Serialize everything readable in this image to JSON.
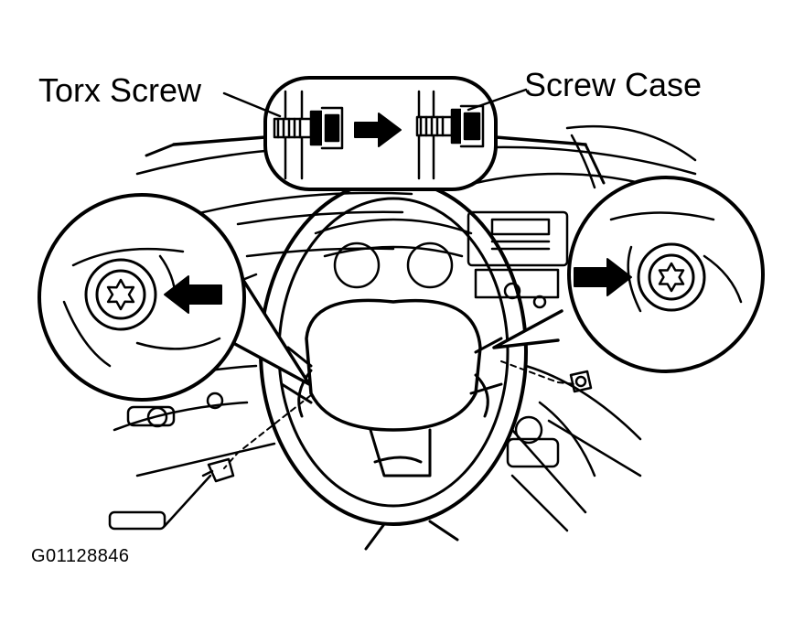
{
  "labels": {
    "torx_screw": "Torx Screw",
    "screw_case": "Screw Case",
    "figure_code": "G01128846"
  },
  "colors": {
    "ink": "#000000",
    "paper": "#ffffff"
  },
  "icons": {
    "torx_head": "torx-star-icon",
    "arrow": "arrow-icon"
  }
}
